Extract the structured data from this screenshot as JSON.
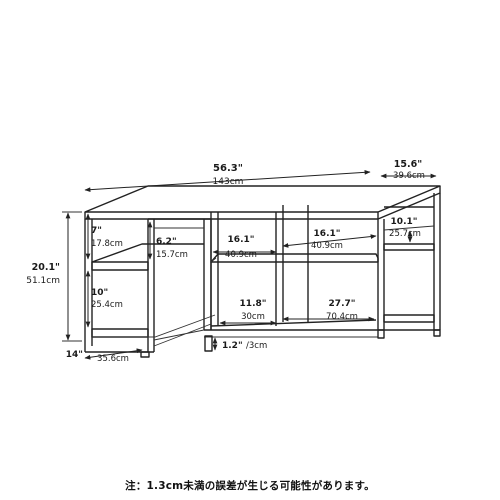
{
  "dimensions": {
    "width": {
      "imperial": "56.3\"",
      "metric": "143cm"
    },
    "depth": {
      "imperial": "15.6\"",
      "metric": "39.6cm"
    },
    "height": {
      "imperial": "20.1\"",
      "metric": "51.1cm"
    },
    "top_gap": {
      "imperial": "7\"",
      "metric": "17.8cm"
    },
    "lower_gap": {
      "imperial": "10\"",
      "metric": "25.4cm"
    },
    "foot_depth": {
      "imperial": "14\"",
      "metric": "35.6cm"
    },
    "inner_height": {
      "imperial": "6.2\"",
      "metric": "15.7cm"
    },
    "bay_width_a": {
      "imperial": "16.1\"",
      "metric": "40.9cm"
    },
    "bay_width_b": {
      "imperial": "16.1\"",
      "metric": "40.9cm"
    },
    "side_height": {
      "imperial": "10.1\"",
      "metric": "25.7cm"
    },
    "lower_span_a": {
      "imperial": "11.8\"",
      "metric": "30cm"
    },
    "lower_span_b": {
      "imperial": "27.7\"",
      "metric": "70.4cm"
    },
    "clearance": {
      "imperial": "1.2\"",
      "metric": "/3cm"
    }
  },
  "note": "注：1.3cm未満の誤差が生じる可能性があります。"
}
